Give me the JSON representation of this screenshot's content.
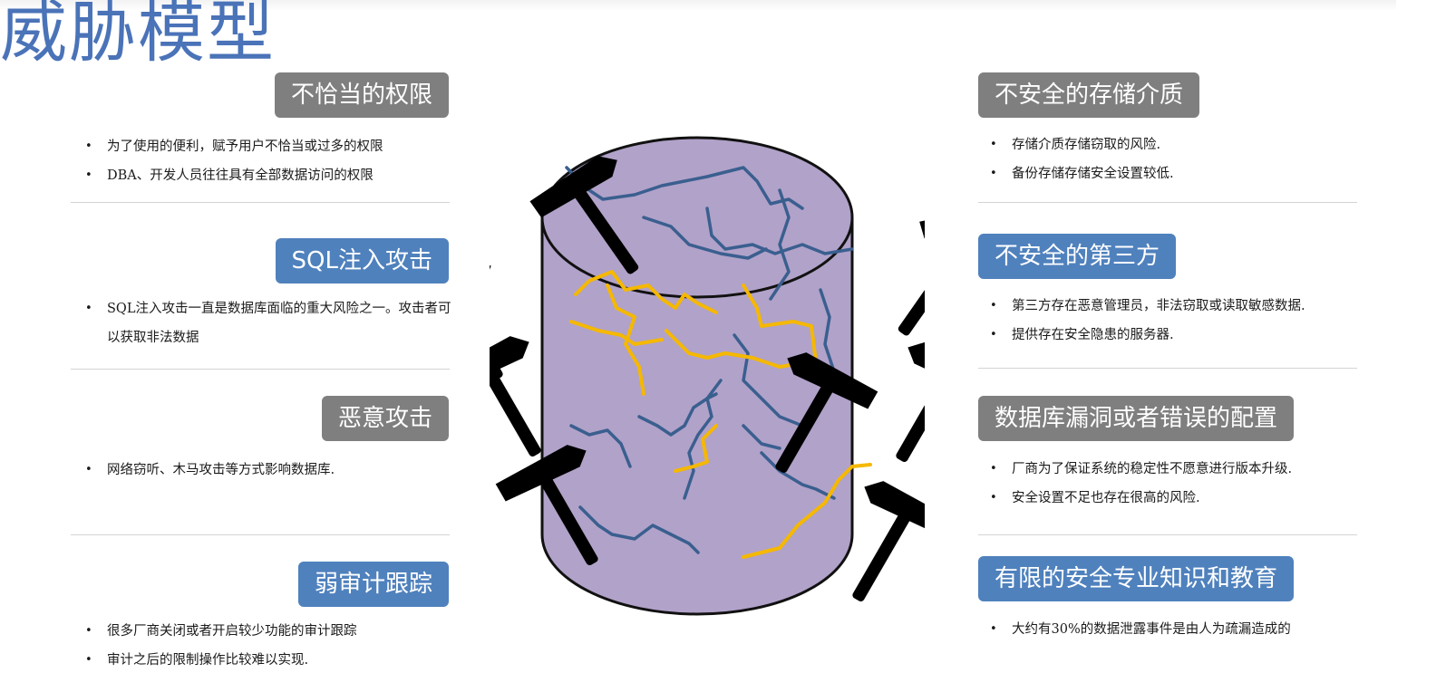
{
  "title": "威胁模型",
  "left_sections": [
    {
      "label": "不恰当的权限",
      "style": "gray",
      "bullets": [
        "为了使用的便利，赋予用户不恰当或过多的权限",
        "DBA、开发人员往往具有全部数据访问的权限"
      ]
    },
    {
      "label": "SQL注入攻击",
      "style": "blue",
      "bullets": [
        "SQL注入攻击一直是数据库面临的重大风险之一。攻击者可以获取非法数据"
      ]
    },
    {
      "label": "恶意攻击",
      "style": "gray",
      "bullets": [
        "网络窃听、木马攻击等方式影响数据库."
      ]
    },
    {
      "label": "弱审计跟踪",
      "style": "blue",
      "bullets": [
        "很多厂商关闭或者开启较少功能的审计跟踪",
        "审计之后的限制操作比较难以实现."
      ]
    }
  ],
  "right_sections": [
    {
      "label": "不安全的存储介质",
      "style": "gray",
      "bullets": [
        "存储介质存储窃取的风险.",
        "备份存储存储安全设置较低."
      ]
    },
    {
      "label": "不安全的第三方",
      "style": "blue",
      "bullets": [
        "第三方存在恶意管理员，非法窃取或读取敏感数据.",
        "提供存在安全隐患的服务器."
      ]
    },
    {
      "label": "数据库漏洞或者错误的配置",
      "style": "gray",
      "bullets": [
        "厂商为了保证系统的稳定性不愿意进行版本升级.",
        "安全设置不足也存在很高的风险."
      ]
    },
    {
      "label": "有限的安全专业知识和教育",
      "style": "blue",
      "bullets": [
        "大约有30%的数据泄露事件是由人为疏漏造成的"
      ]
    }
  ],
  "colors": {
    "title": "#4a73b8",
    "gray_label": "#7f7f7f",
    "blue_label": "#4f81bd",
    "cylinder": "#b1a2c9",
    "crack_blue": "#3a5f8f",
    "crack_yellow": "#f5b800"
  },
  "icons": [
    "hammer-icon"
  ]
}
